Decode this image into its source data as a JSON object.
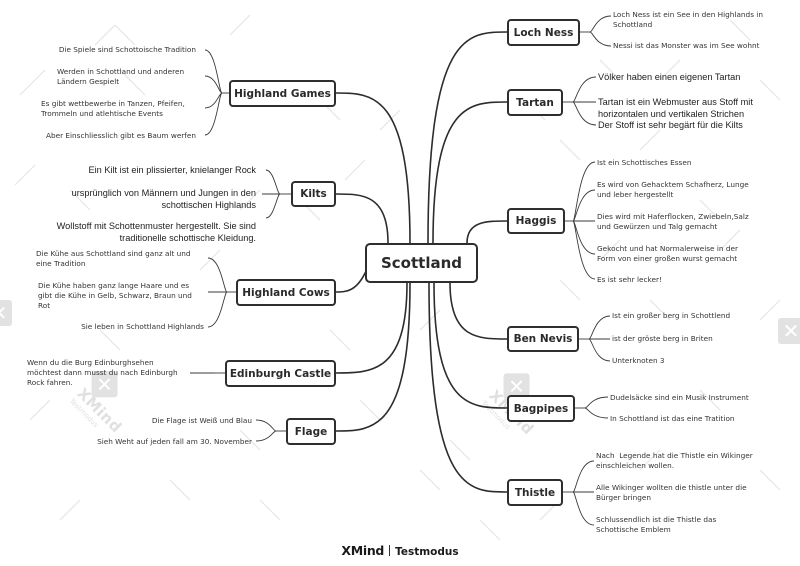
{
  "app": {
    "brand": "XMind",
    "mode": "Testmodus",
    "watermark_brand": "XMind",
    "watermark_mode": "Testmodus",
    "watermark_icon": "x-logo-icon"
  },
  "colors": {
    "node_border": "#2e2e2e",
    "line": "#2c2c2c",
    "text": "#333333",
    "watermark": "#e6e6e6",
    "background": "#ffffff"
  },
  "mindmap": {
    "central": {
      "label": "Scottland"
    },
    "left_branches": [
      {
        "label": "Highland Games",
        "children": [
          "Die Spiele sind Schottoische Tradition",
          "Werden in Schottland und anderen\nLändern Gespielt",
          "Es gibt wettbewerbe in Tanzen, Pfeifen,\nTrommeln und atlehtische Events",
          "Aber Einschliesslich gibt es Baum werfen"
        ]
      },
      {
        "label": "Kilts",
        "children": [
          "Ein Kilt ist ein plissierter, knielanger Rock",
          "ursprünglich von Männern und Jungen in den\nschottischen Highlands",
          "Wollstoff mit Schottenmuster hergestellt. Sie sind\ntraditionelle schottische Kleidung."
        ]
      },
      {
        "label": "Highland Cows",
        "children": [
          "Die Kühe aus Schottland sind ganz alt und\neine Tradition",
          "Die Kühe haben ganz lange Haare und es\ngibt die Kühe in Gelb, Schwarz, Braun und\nRot",
          "Sie leben in Schottland Highlands"
        ]
      },
      {
        "label": "Edinburgh Castle",
        "children": [
          "Wenn du die Burg Edinburghsehen\nmöchtest dann musst du nach Edinburgh\nRock fahren."
        ]
      },
      {
        "label": "Flage",
        "children": [
          "Die Flage ist Weiß und Blau",
          "Sieh Weht auf jeden fall am 30. November"
        ]
      }
    ],
    "right_branches": [
      {
        "label": "Loch Ness",
        "children": [
          "Loch Ness ist ein See in den Highlands in\nSchottland",
          "Nessi ist das Monster was im See wohnt"
        ]
      },
      {
        "label": "Tartan",
        "children": [
          "Völker haben einen eigenen Tartan",
          "Tartan ist ein Webmuster aus Stoff mit\nhorizontalen und vertikalen Strichen",
          "Der Stoff ist sehr begärt für die Kilts"
        ]
      },
      {
        "label": "Haggis",
        "children": [
          "Ist ein Schottisches Essen",
          "Es wird von Gehacktem Schafherz, Lunge\nund leber hergestellt",
          "Dies wird mit Haferflocken, Zwiebeln,Salz\nund Gewürzen und Talg gemacht",
          "Gekocht und hat Normalerweise in der\nForm von einer großen wurst gemacht",
          "Es ist sehr lecker!"
        ]
      },
      {
        "label": "Ben Nevis",
        "children": [
          "Ist ein großer berg in Schottlend",
          "ist der gröste berg in Briten",
          "Unterknoten 3"
        ]
      },
      {
        "label": "Bagpipes",
        "children": [
          "Dudelsäcke sind ein Musik Instrument",
          "In Schottland ist das eine Tratition"
        ]
      },
      {
        "label": "Thistle",
        "children": [
          "Nach  Legende hat die Thistle ein Wikinger\neinschleichen wollen.",
          "Alle Wikinger wollten die thistle unter die\nBürger bringen",
          "Schlussendlich ist die Thistle das\nSchottische Emblem"
        ]
      }
    ]
  }
}
